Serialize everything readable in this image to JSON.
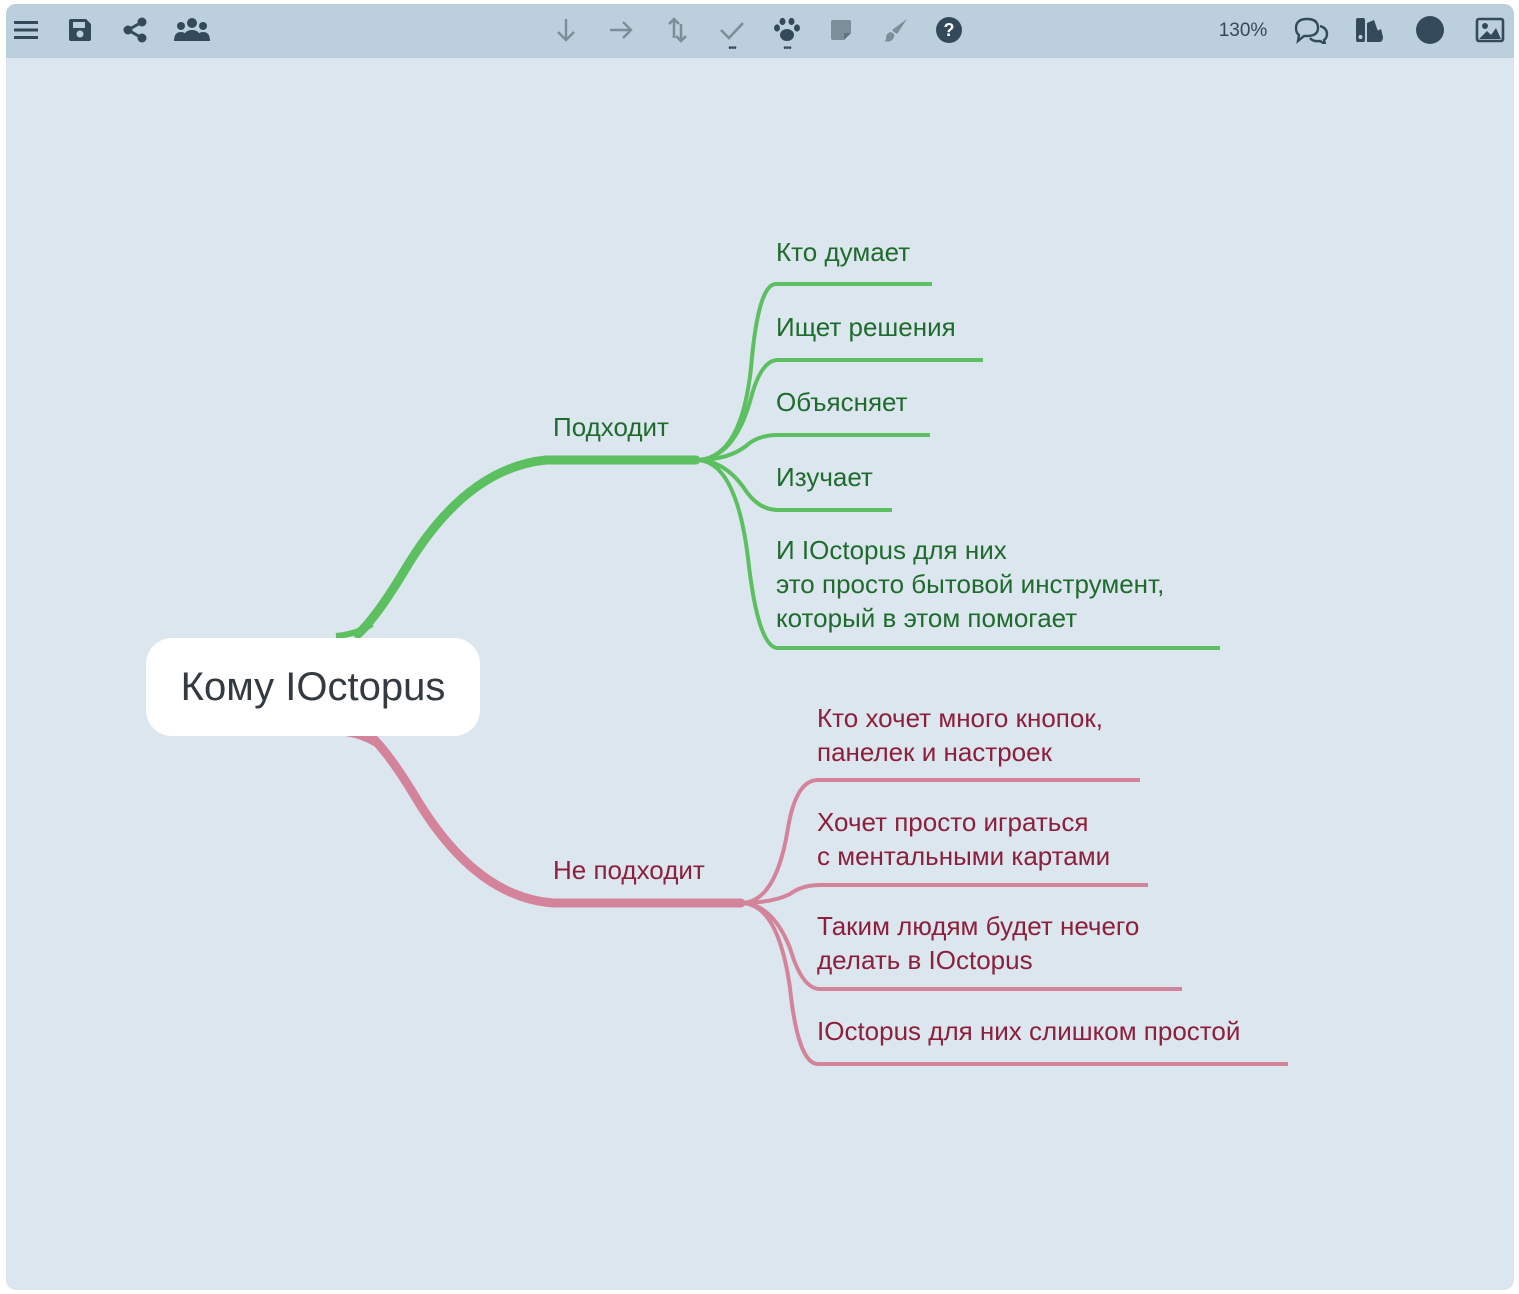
{
  "toolbar": {
    "left_icons": [
      "menu-icon",
      "save-icon",
      "share-icon",
      "users-icon"
    ],
    "center_icons": [
      "arrow-down-icon",
      "arrow-right-icon",
      "swap-icon",
      "check-icon",
      "paw-icon",
      "sticky-note-icon",
      "brush-icon",
      "help-icon"
    ],
    "zoom": "130%",
    "right_icons": [
      "comments-icon",
      "palette-icon",
      "circle-icon",
      "image-icon"
    ]
  },
  "mindmap": {
    "root": "Кому IOctopus",
    "branches": [
      {
        "label": "Подходит",
        "color": "#5cbf60",
        "children": [
          "Кто думает",
          "Ищет решения",
          "Объясняет",
          "Изучает",
          "И IOctopus для них\nэто просто бытовой инструмент,\nкоторый в этом помогает"
        ]
      },
      {
        "label": "Не подходит",
        "color": "#d4849a",
        "children": [
          "Кто хочет много кнопок,\nпанелек и настроек",
          "Хочет просто играться\nс ментальными картами",
          "Таким людям будет нечего\nделать в IOctopus",
          "IOctopus для них слишком простой"
        ]
      }
    ]
  }
}
